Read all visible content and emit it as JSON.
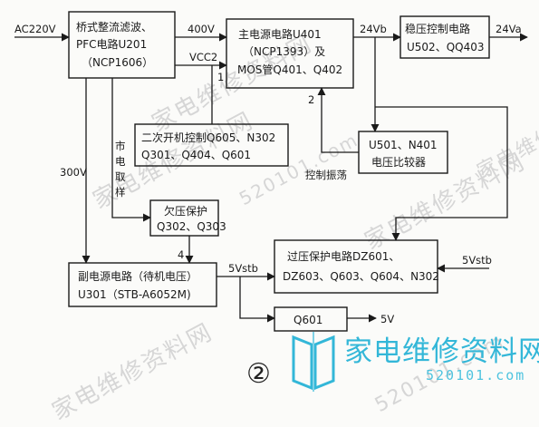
{
  "blocks": {
    "rectifier": [
      "桥式整流滤波、",
      "PFC电路U201",
      "（NCP1606）"
    ],
    "main_power": [
      "主电源电路U401",
      "（NCP1393）及",
      "MOS管Q401、Q402"
    ],
    "regulator": [
      "稳压控制电路",
      "U502、QQ403"
    ],
    "secondary_on": [
      "二次开机控制Q605、N302",
      "Q301、Q404、Q601"
    ],
    "comparator": [
      "U501、N401",
      "电压比较器"
    ],
    "undervoltage": [
      "欠压保护",
      "Q302、Q303"
    ],
    "overvoltage": [
      "过压保护电路DZ601、",
      "DZ603、Q603、Q604、N302"
    ],
    "standby": [
      "副电源电路（待机电压）",
      "U301（STB-A6052M)"
    ],
    "q601": [
      "Q601"
    ]
  },
  "labels": {
    "ac_in": "AC220V",
    "v400": "400V",
    "v24b": "24Vb",
    "v24a": "24Va",
    "vcc2": "VCC2",
    "pin1": "1",
    "pin2": "2",
    "pin4": "4",
    "v300": "300V",
    "mains_sample": [
      "市",
      "电",
      "取",
      "样"
    ],
    "control_osc": "控制振荡",
    "v5stb_left": "5Vstb",
    "v5stb_right": "5Vstb",
    "v5": "5V"
  },
  "figure_number": "②",
  "watermark": {
    "text_cn": "家电维修资料网",
    "text_url": "520101.com",
    "brand_cn": "家电维修资料网",
    "brand_url": "520101.com"
  },
  "colors": {
    "line": "#1a1a1a",
    "watermark": "#d6d6d6",
    "brand": "#33b7d8"
  }
}
